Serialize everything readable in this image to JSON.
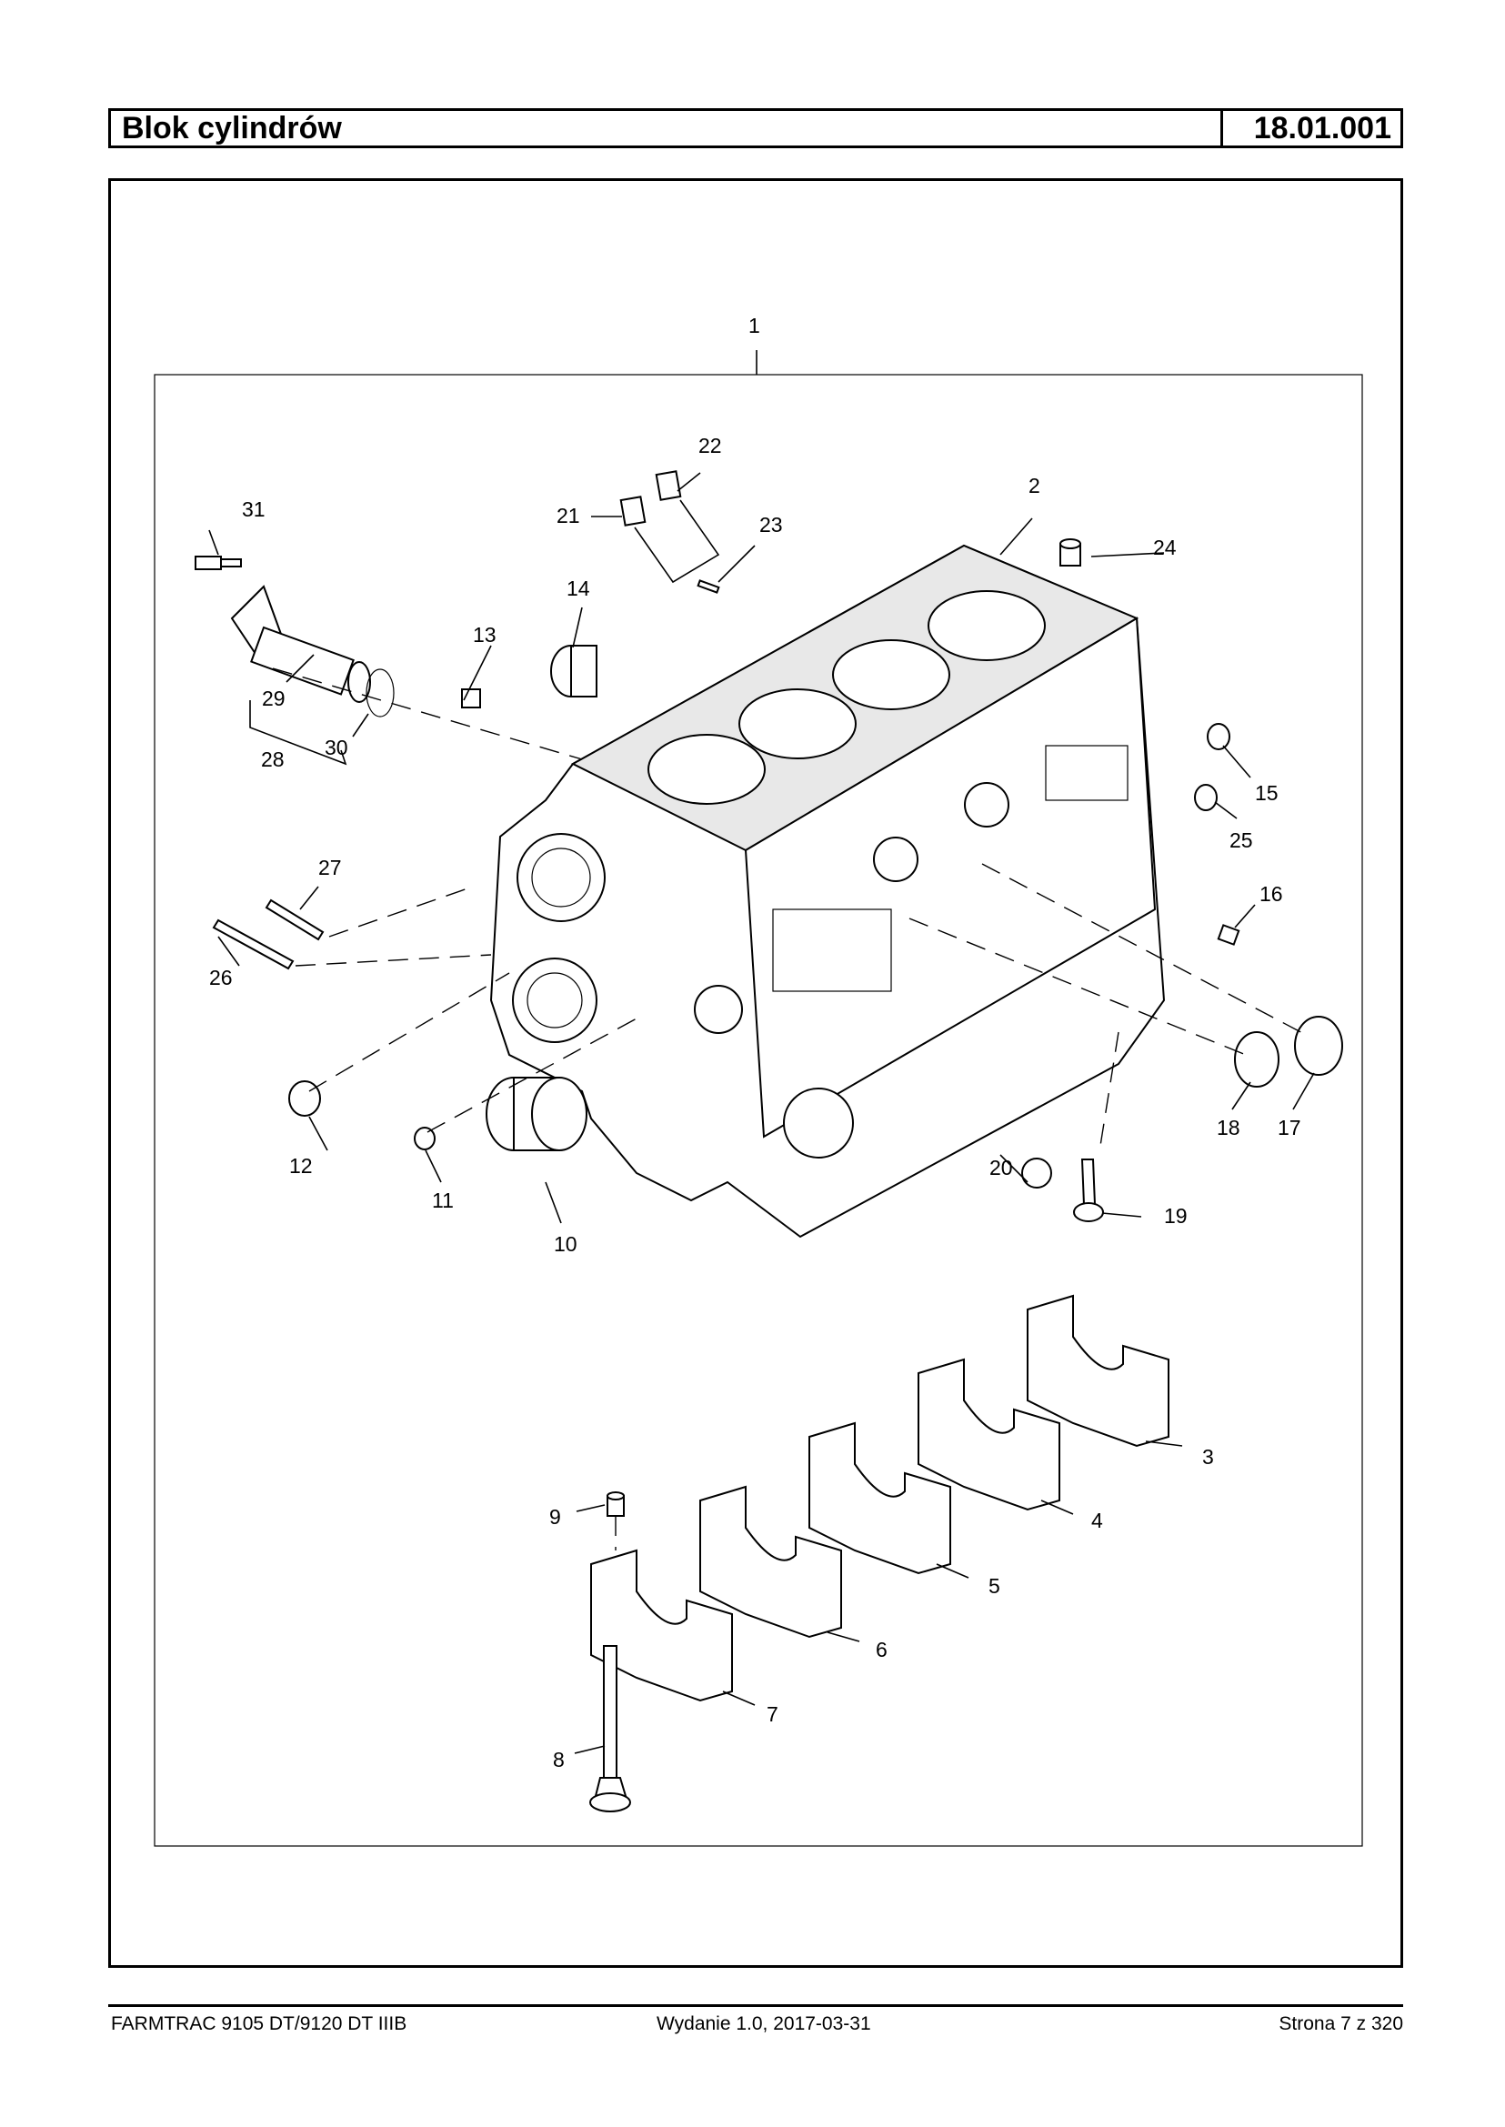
{
  "header": {
    "title": "Blok cylindrów",
    "code": "18.01.001"
  },
  "callouts": {
    "c1": "1",
    "c2": "2",
    "c3": "3",
    "c4": "4",
    "c5": "5",
    "c6": "6",
    "c7": "7",
    "c8": "8",
    "c9": "9",
    "c10": "10",
    "c11": "11",
    "c12": "12",
    "c13": "13",
    "c14": "14",
    "c15": "15",
    "c16": "16",
    "c17": "17",
    "c18": "18",
    "c19": "19",
    "c20": "20",
    "c21": "21",
    "c22": "22",
    "c23": "23",
    "c24": "24",
    "c25": "25",
    "c26": "26",
    "c27": "27",
    "c28": "28",
    "c29": "29",
    "c30": "30",
    "c31": "31"
  },
  "footer": {
    "left": "FARMTRAC 9105 DT/9120 DT IIIB",
    "middle": "Wydanie 1.0,  2017-03-31",
    "right": "Strona 7 z 320"
  }
}
